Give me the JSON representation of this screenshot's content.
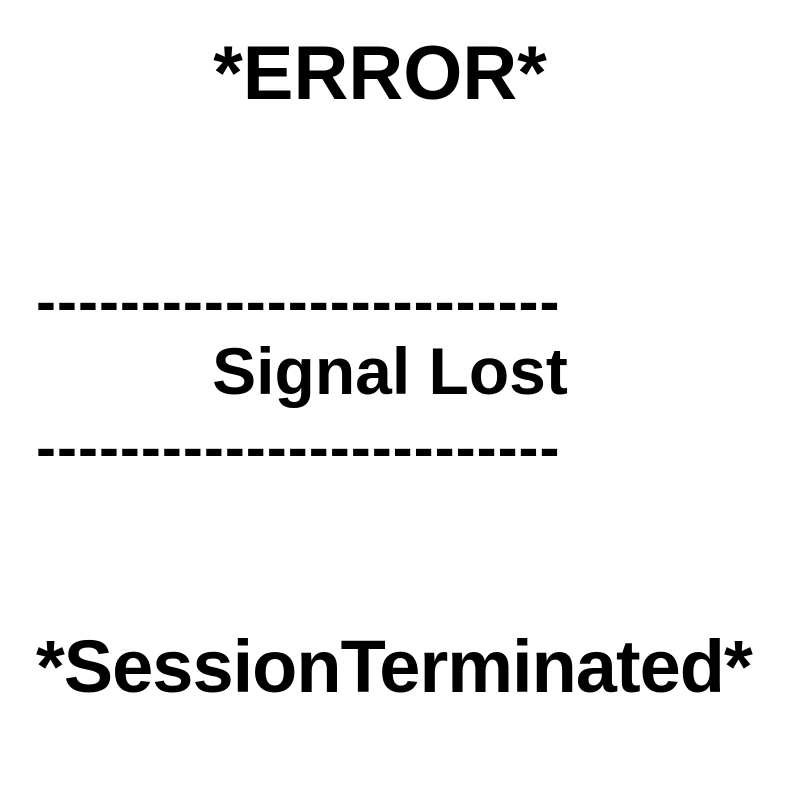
{
  "title": "*ERROR*",
  "divider_top": "-------------------------",
  "subtitle": "Signal Lost",
  "divider_bottom": "-------------------------",
  "footer": "*SessionTerminated*",
  "colors": {
    "background": "#ffffff",
    "text": "#000000"
  }
}
